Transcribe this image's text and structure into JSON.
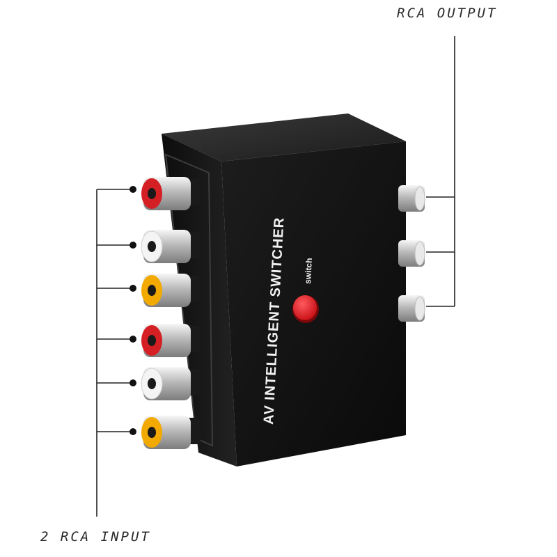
{
  "labels": {
    "output": "RCA OUTPUT",
    "input": "2 RCA INPUT"
  },
  "device": {
    "title": "AV INTELLIGENT SWITCHER",
    "button_label": "switch"
  },
  "colors": {
    "body": "#111111",
    "button": "#e8141b",
    "jack_red": "#d41f24",
    "jack_yellow": "#f2a900",
    "jack_white": "#f4f4f4"
  },
  "input_jacks": [
    "red",
    "white",
    "yellow",
    "red",
    "white",
    "yellow"
  ],
  "output_jacks": [
    "white",
    "white",
    "white"
  ]
}
